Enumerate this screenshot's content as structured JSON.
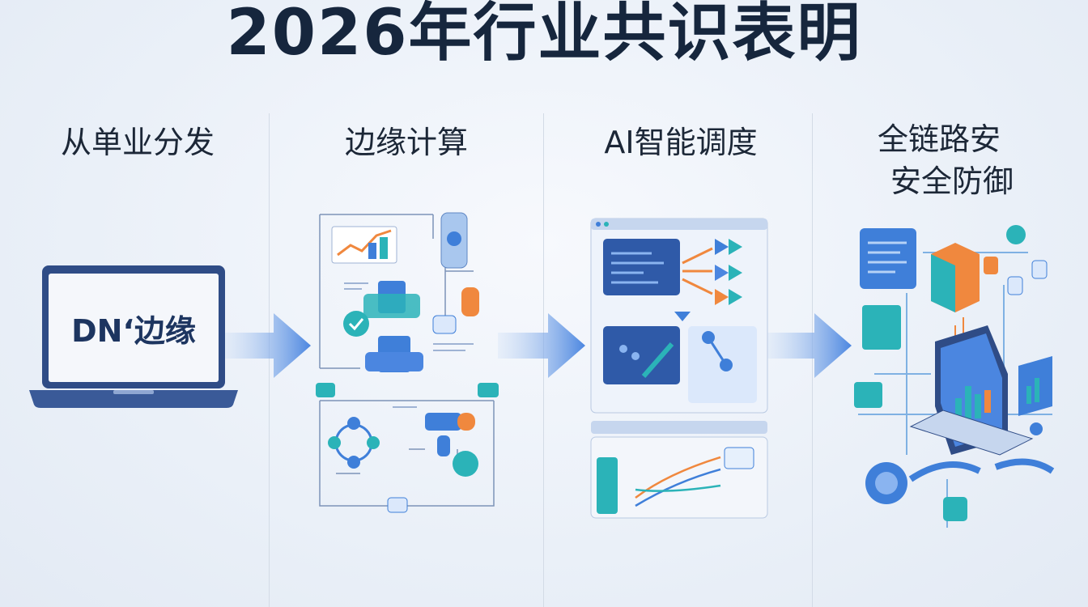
{
  "title": "2026年行业共识表明",
  "steps": [
    {
      "label": "从单业分发"
    },
    {
      "label": "边缘计算"
    },
    {
      "label": "AI智能调度"
    },
    {
      "label_line1": "全链路安",
      "label_line2": "安全防御"
    }
  ],
  "laptop": {
    "screen_text": "DN‘边缘"
  },
  "colors": {
    "title": "#16263d",
    "accent_blue": "#3f7fd9",
    "arrow": "#5f97e6",
    "teal": "#2bb3b8",
    "orange": "#f0883e",
    "navy": "#2f4c86"
  }
}
